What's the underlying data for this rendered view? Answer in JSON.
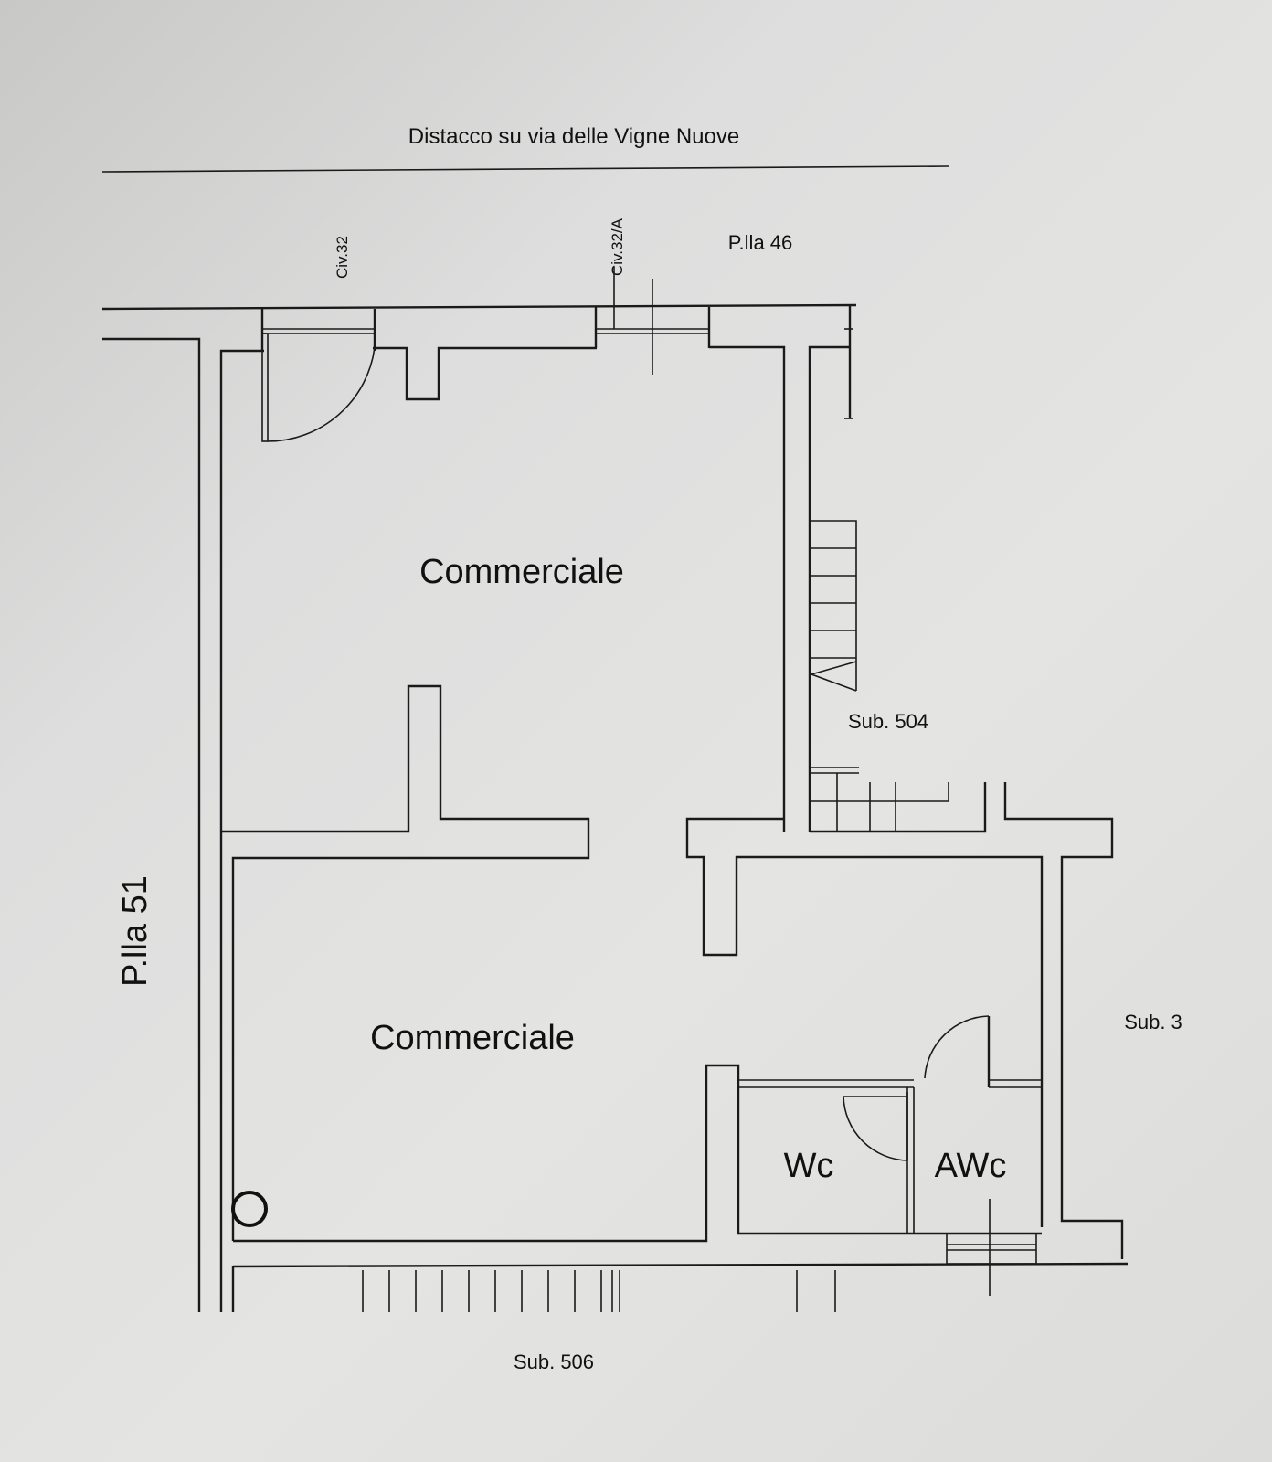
{
  "street_label": "Distacco su via delle Vigne Nuove",
  "labels": {
    "civ32": "Civ.32",
    "civ32a": "Civ.32/A",
    "plla46": "P.lla 46",
    "plla51": "P.lla 51",
    "room_top": "Commerciale",
    "room_bottom": "Commerciale",
    "wc": "Wc",
    "awc": "AWc",
    "sub504": "Sub. 504",
    "sub3": "Sub. 3",
    "sub506": "Sub. 506"
  }
}
